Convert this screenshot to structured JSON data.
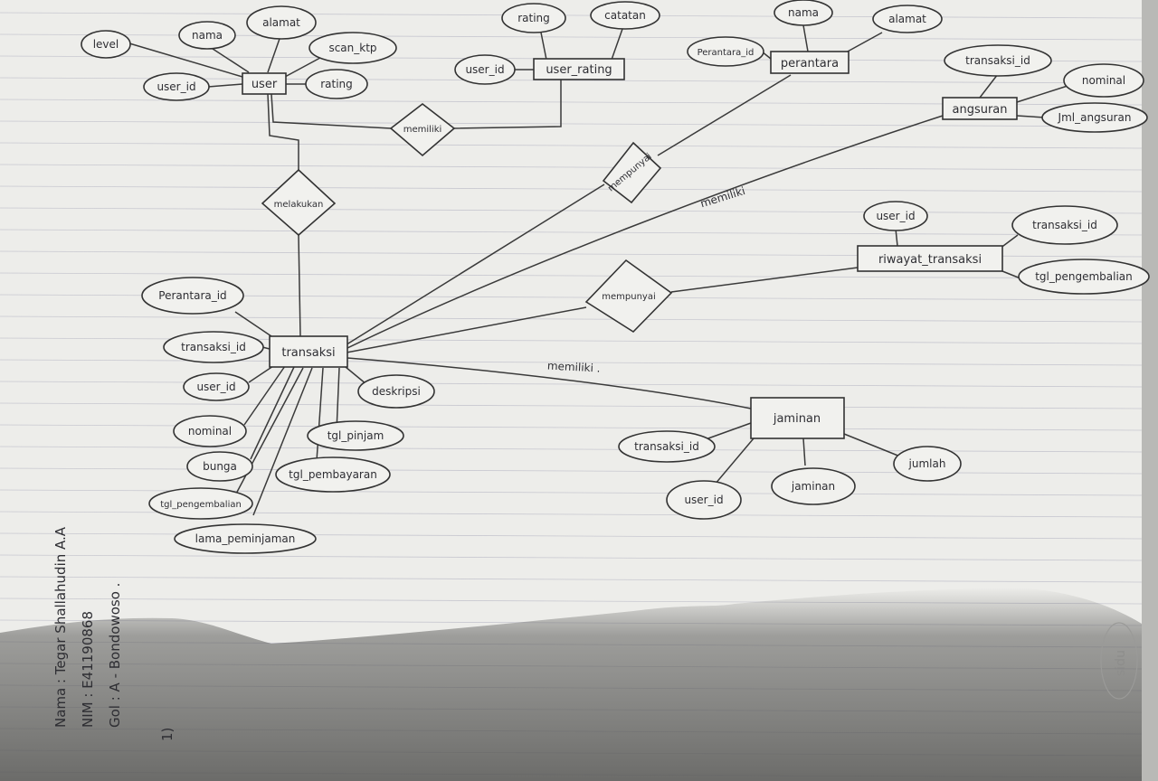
{
  "entities": {
    "user": "user",
    "user_rating": "user_rating",
    "perantara": "perantara",
    "angsuran": "angsuran",
    "riwayat_transaksi": "riwayat_transaksi",
    "transaksi": "transaksi",
    "jaminan": "jaminan"
  },
  "relationships": {
    "memiliki_rating": "memiliki",
    "melakukan": "melakukan",
    "mempunyai_perantara": "mempunyai",
    "memiliki_angsuran": "memiliki",
    "mempunyai_riwayat": "mempunyai",
    "memiliki_jaminan": "memiliki ."
  },
  "attributes": {
    "user": {
      "level": "level",
      "nama": "nama",
      "alamat": "alamat",
      "scan_ktp": "scan_ktp",
      "user_id": "user_id",
      "rating": "rating"
    },
    "user_rating": {
      "rating": "rating",
      "catatan": "catatan",
      "user_id": "user_id"
    },
    "perantara": {
      "nama": "nama",
      "alamat": "alamat",
      "perantara_id": "Perantara_id"
    },
    "angsuran": {
      "transaksi_id": "transaksi_id",
      "nominal": "nominal",
      "jml_angsuran": "Jml_angsuran"
    },
    "riwayat_transaksi": {
      "user_id": "user_id",
      "transaksi_id": "transaksi_id",
      "tgl_pengembalian": "tgl_pengembalian"
    },
    "transaksi": {
      "perantara_id": "Perantara_id",
      "transaksi_id": "transaksi_id",
      "user_id": "user_id",
      "nominal": "nominal",
      "bunga": "bunga",
      "tgl_pengembalian": "tgl_pengembalian",
      "lama_peminjaman": "lama_peminjaman",
      "tgl_pembayaran": "tgl_pembayaran",
      "tgl_pinjam": "tgl_pinjam",
      "deskripsi": "deskripsi"
    },
    "jaminan": {
      "transaksi_id": "transaksi_id",
      "user_id": "user_id",
      "jaminan": "jaminan",
      "jumlah": "jumlah"
    }
  },
  "note": {
    "nama": "Nama : Tegar Shallahudin A.A",
    "nim": "NIM : E41190868",
    "gol": "Gol : A - Bondowoso .",
    "number": "1)"
  },
  "watermark": "sidu",
  "colors": {
    "paper": "#ededea",
    "ink": "#2e2e33",
    "shadow": "#6a6a68",
    "rule": "#c8c8d0"
  }
}
